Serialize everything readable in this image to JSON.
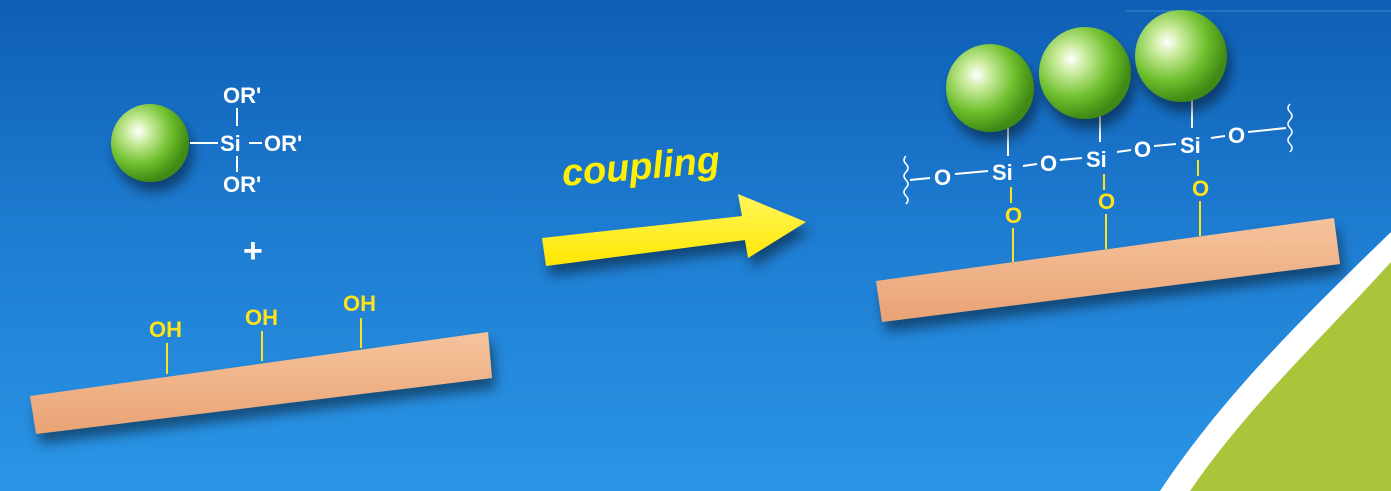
{
  "reactant": {
    "silane_top": "OR'",
    "silane_si": "Si",
    "silane_right": "OR'",
    "silane_bottom": "OR'",
    "plus": "+",
    "hydroxyl_1": "OH",
    "hydroxyl_2": "OH",
    "hydroxyl_3": "OH"
  },
  "arrow": {
    "label": "coupling"
  },
  "product": {
    "o_1": "O",
    "si_1": "Si",
    "o_2": "O",
    "si_2": "Si",
    "o_3": "O",
    "si_3": "Si",
    "o_4": "O",
    "bridge_o_1": "O",
    "bridge_o_2": "O",
    "bridge_o_3": "O"
  },
  "colors": {
    "background_top": "#0e5fb4",
    "background_bottom": "#2a95e6",
    "substrate": "#f2b083",
    "sphere": "#7cc83a",
    "hydroxyl_text": "#ffe21a",
    "arrow": "#ffef00",
    "corner_accent": "#a9c63a"
  }
}
